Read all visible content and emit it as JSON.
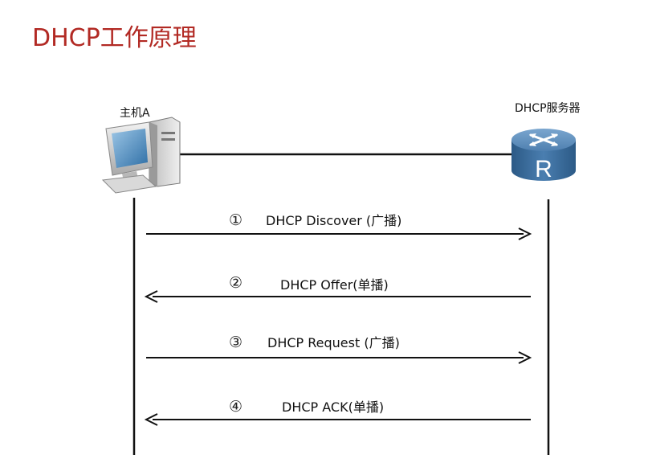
{
  "title": "DHCP工作原理",
  "host": {
    "label": "主机A",
    "icon": "computer-icon"
  },
  "server": {
    "label": "DHCP服务器",
    "icon": "router-icon",
    "icon_letter": "R"
  },
  "messages": [
    {
      "num": "①",
      "text": "DHCP Discover (广播)",
      "direction": "right"
    },
    {
      "num": "②",
      "text": "DHCP Offer(单播)",
      "direction": "left"
    },
    {
      "num": "③",
      "text": "DHCP Request (广播)",
      "direction": "right"
    },
    {
      "num": "④",
      "text": "DHCP ACK(单播)",
      "direction": "left"
    }
  ],
  "colors": {
    "title": "#b22a24",
    "line": "#111111",
    "router": "#3e6f9d"
  }
}
